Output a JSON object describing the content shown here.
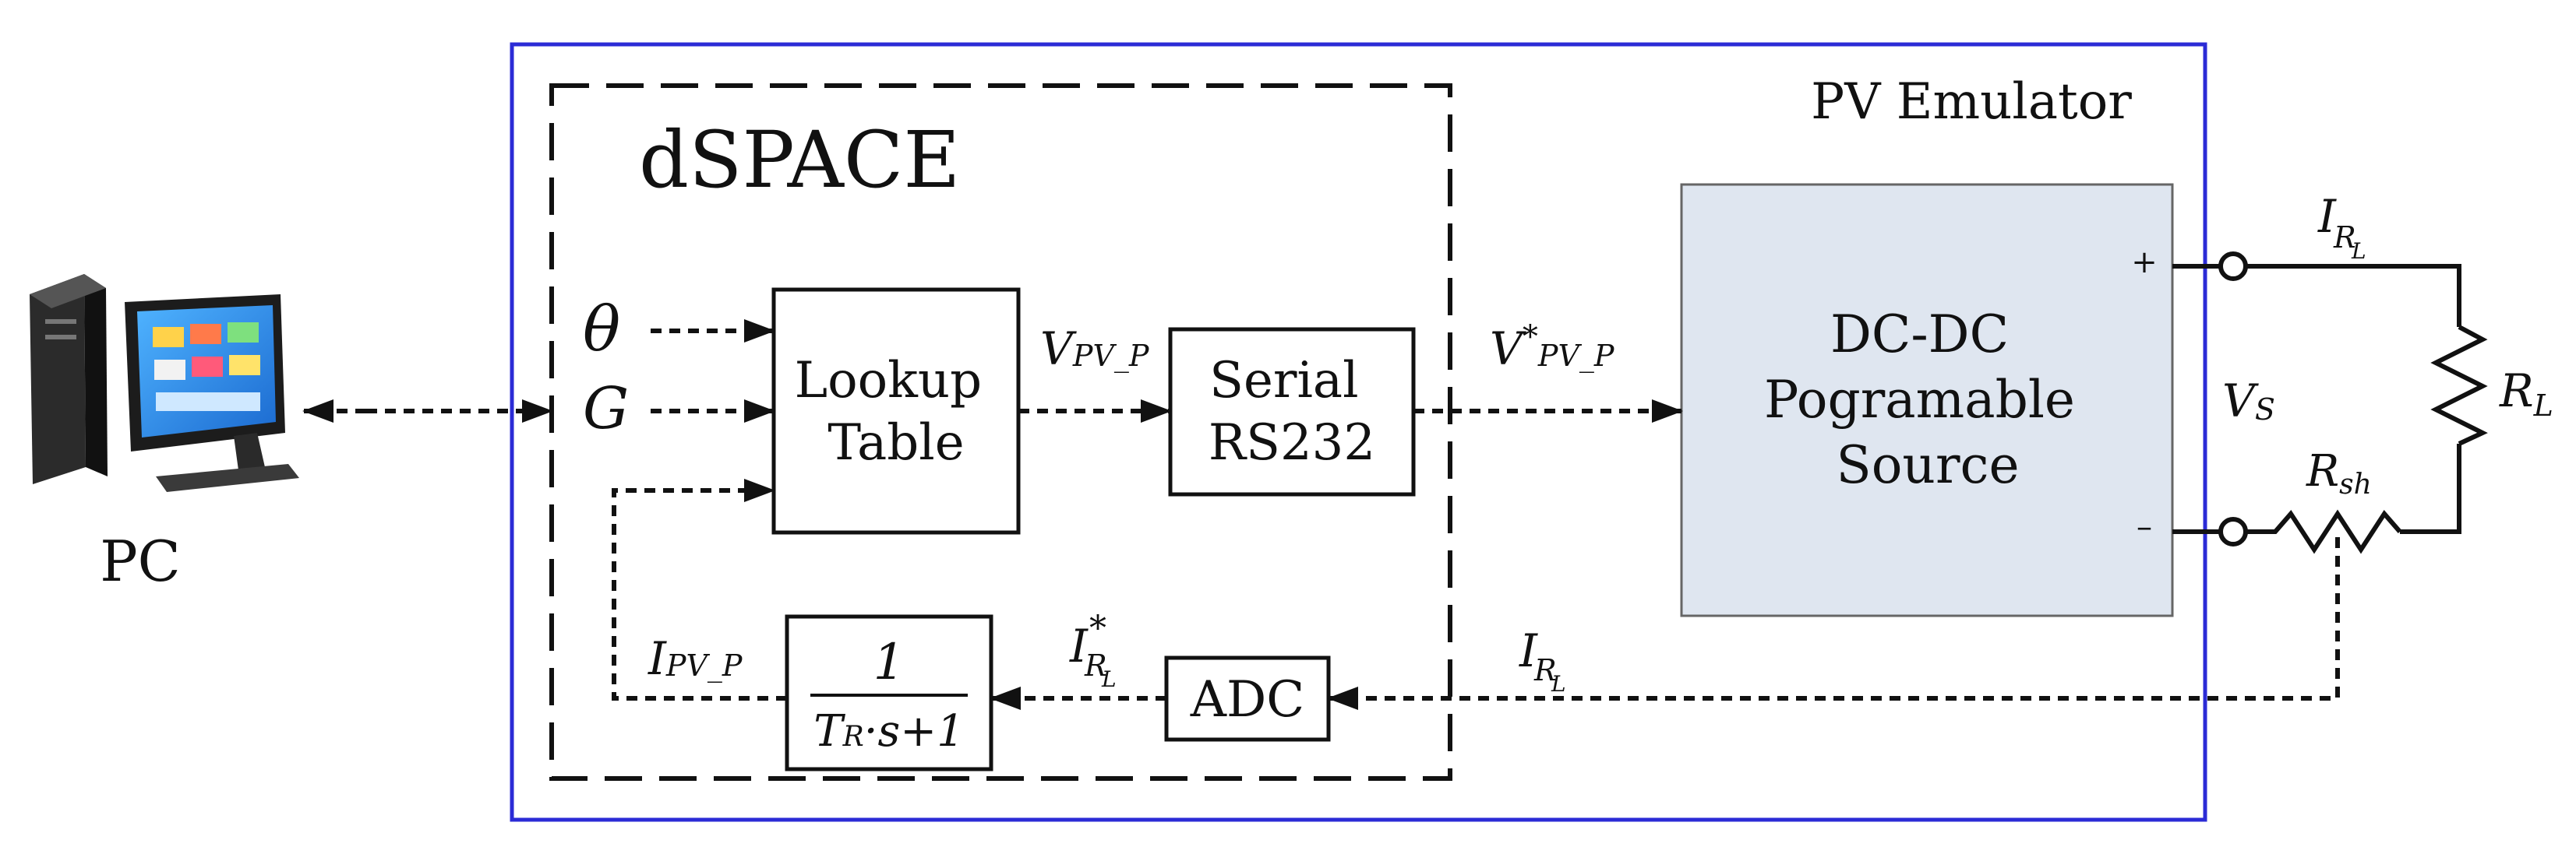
{
  "pc": {
    "label": "PC",
    "icon": "desktop-computer-icon"
  },
  "emulator": {
    "label": "PV Emulator",
    "border_color": "#2b2bd6"
  },
  "dspace": {
    "label": "dSPACE"
  },
  "inputs": {
    "theta": "θ",
    "g": "G"
  },
  "lookup_table": {
    "line1": "Lookup",
    "line2": "Table"
  },
  "serial": {
    "line1": "Serial",
    "line2": "RS232"
  },
  "filter": {
    "numerator": "1",
    "den_T": "T",
    "den_R": "R",
    "den_rest": "·s+1"
  },
  "adc": {
    "label": "ADC"
  },
  "signals": {
    "v_pv_p": {
      "main": "V",
      "sub": "PV_P"
    },
    "v_star_pv_p": {
      "main": "V",
      "sup": "*",
      "sub": "PV_P"
    },
    "i_pv_p": {
      "main": "I",
      "sub": "PV_P"
    },
    "i_star_rl": {
      "main": "I",
      "sup": "*",
      "sub": "R",
      "subsub": "L"
    },
    "i_rl_return": {
      "main": "I",
      "sub": "R",
      "subsub": "L"
    }
  },
  "source": {
    "line1": "DC-DC",
    "line2": "Pogramable",
    "line3": "Source",
    "fill": "#dfe6f0"
  },
  "terminals": {
    "plus": "+",
    "minus": "–"
  },
  "circuit": {
    "vs": {
      "main": "V",
      "sub": "S"
    },
    "i_rl": {
      "main": "I",
      "sub": "R",
      "subsub": "L"
    },
    "rl": {
      "main": "R",
      "sub": "L"
    },
    "rsh": {
      "main": "R",
      "sub": "sh"
    }
  }
}
